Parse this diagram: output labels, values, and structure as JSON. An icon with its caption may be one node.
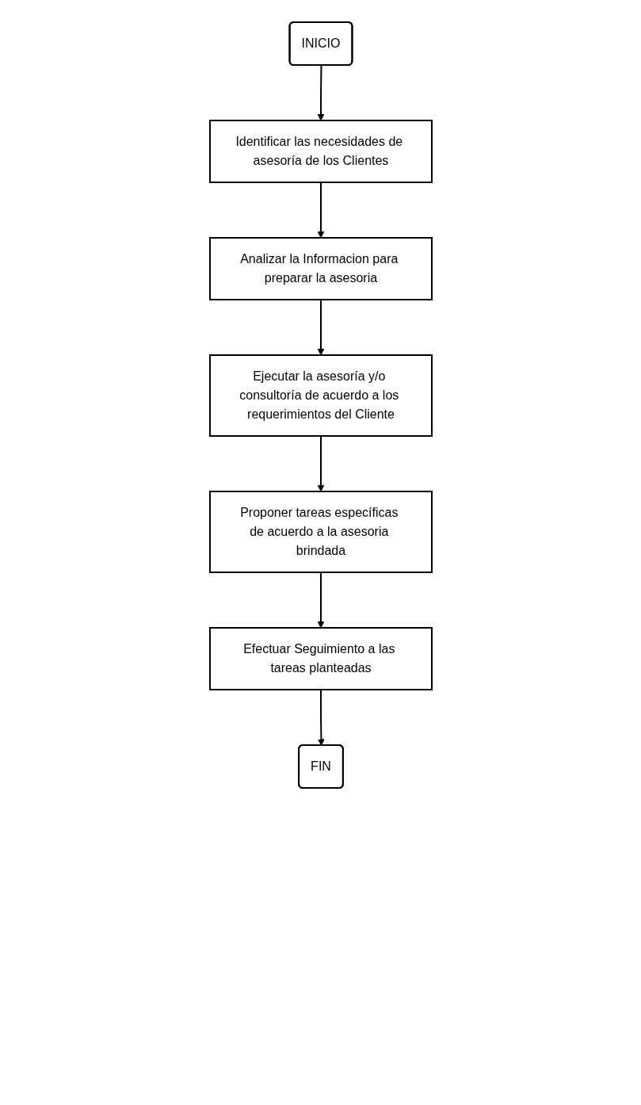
{
  "diagram": {
    "nodes": [
      {
        "text": [
          "INICIO"
        ]
      },
      {
        "text": [
          "Identificar las necesidades de asesoría de los Clientes"
        ]
      },
      {
        "text": [
          "Analizar la Informacion para preparar la asesoria"
        ]
      },
      {
        "text": [
          "Ejecutar la asesoría y/o consultoría de acuerdo a los requerimientos del Cliente"
        ]
      },
      {
        "text": [
          "Proponer tareas específicas de acuerdo a la asesoria brindada"
        ]
      },
      {
        "text": [
          "Efectuar Seguimiento a las tareas planteadas"
        ]
      },
      {
        "text": [
          "FIN"
        ]
      }
    ],
    "edges": [
      {
        "from": 0,
        "to": 1,
        "arrow": "to"
      },
      {
        "from": 1,
        "to": 2,
        "arrow": "to"
      },
      {
        "from": 2,
        "to": 3,
        "arrow": "to"
      },
      {
        "from": 3,
        "to": 4,
        "arrow": "to"
      },
      {
        "from": 4,
        "to": 5,
        "arrow": "to"
      },
      {
        "from": 5,
        "to": 6,
        "arrow": "to"
      }
    ]
  }
}
